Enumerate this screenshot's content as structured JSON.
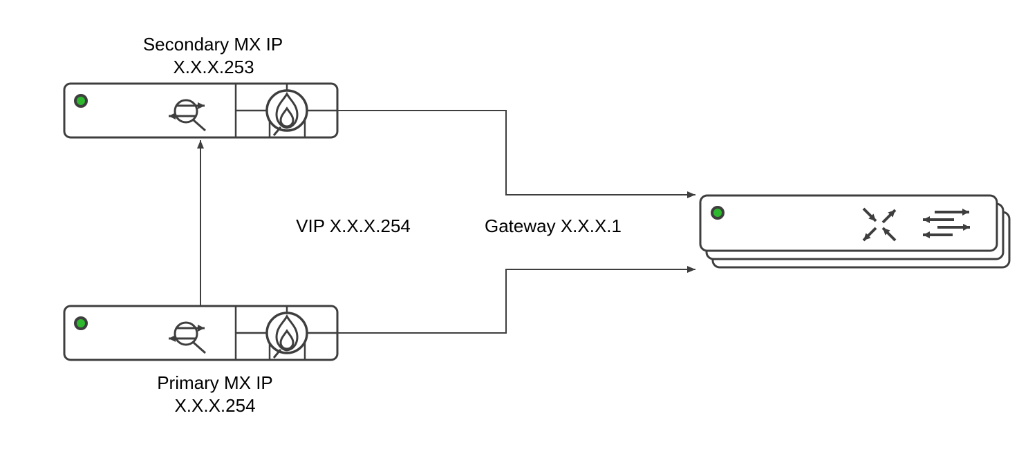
{
  "diagram": {
    "colors": {
      "background": "#ffffff",
      "fill": "#ffffff",
      "stroke": "#3e3e3e",
      "led": "#2db82d",
      "text": "#000000"
    },
    "nodes": {
      "secondary_mx": {
        "title": "Secondary MX IP",
        "ip": "X.X.X.253",
        "icons": {
          "led": "status-led",
          "left": "traffic-inspection-circle-arrows",
          "right": "firewall-flame-on-brick-wall"
        }
      },
      "primary_mx": {
        "title": "Primary MX IP",
        "ip": "X.X.X.254",
        "icons": {
          "led": "status-led",
          "left": "traffic-inspection-circle-arrows",
          "right": "firewall-flame-on-brick-wall"
        }
      },
      "switch_stack": {
        "icons": {
          "led": "status-led",
          "left": "four-diagonal-traffic-arrows",
          "right": "bidirectional-routing-arrows"
        }
      }
    },
    "edge_labels": {
      "vip": "VIP X.X.X.254",
      "gateway": "Gateway X.X.X.1"
    }
  }
}
